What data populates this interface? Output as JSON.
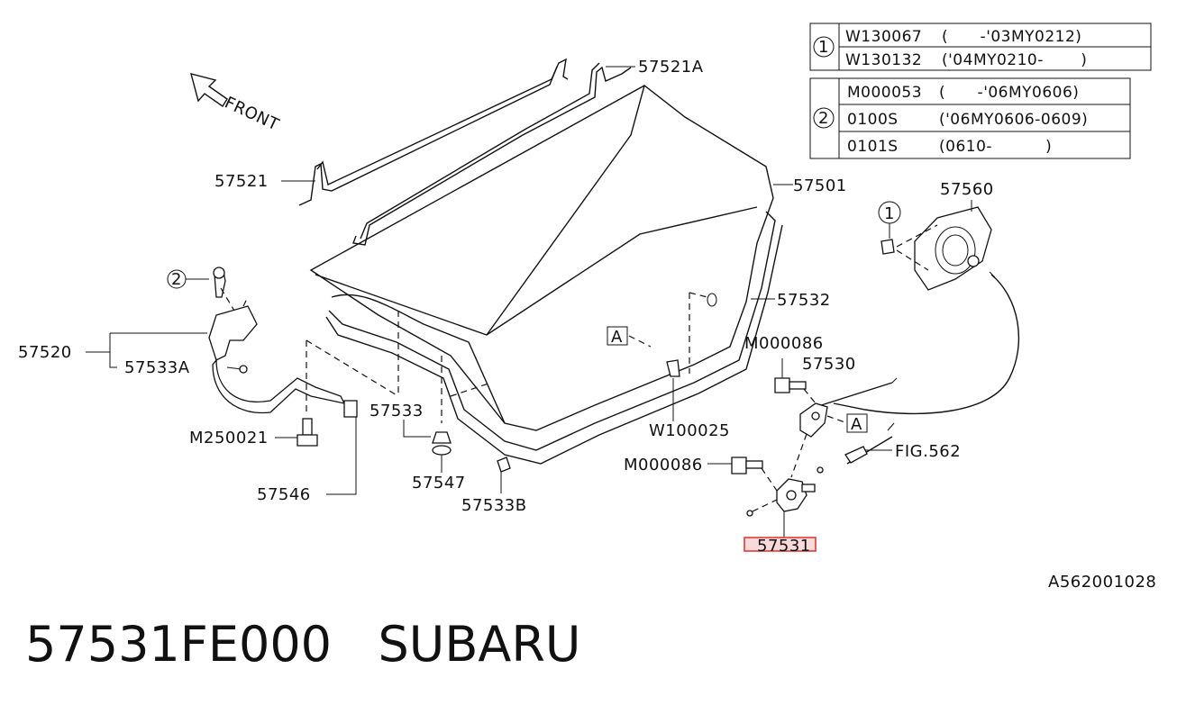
{
  "diagram": {
    "front_label": "FRONT",
    "labels": {
      "p57521A": "57521A",
      "p57521": "57521",
      "p57501": "57501",
      "p57560": "57560",
      "p57532": "57532",
      "p57520": "57520",
      "p57533A": "57533A",
      "m000086_upper": "M000086",
      "p57530": "57530",
      "p57533": "57533",
      "m250021": "M250021",
      "w100025": "W100025",
      "fig562": "FIG.562",
      "m000086_lower": "M000086",
      "p57547": "57547",
      "p57546": "57546",
      "p57533B": "57533B",
      "p57531": "57531",
      "ref_a_1": "A",
      "ref_a_2": "A",
      "circle_1": "1",
      "circle_2": "2",
      "code": "A562001028"
    },
    "highlight_color": "#e53935",
    "table1": {
      "marker": "1",
      "rows": [
        {
          "part": "W130067",
          "range": "(      -'03MY0212)"
        },
        {
          "part": "W130132",
          "range": "('04MY0210-       )"
        }
      ]
    },
    "table2": {
      "marker": "2",
      "rows": [
        {
          "part": "M000053",
          "range": "(      -'06MY0606)"
        },
        {
          "part": "0100S",
          "range": "('06MY0606-0609)"
        },
        {
          "part": "0101S",
          "range": "(0610-          )"
        }
      ]
    }
  },
  "caption": "57531FE000   SUBARU"
}
